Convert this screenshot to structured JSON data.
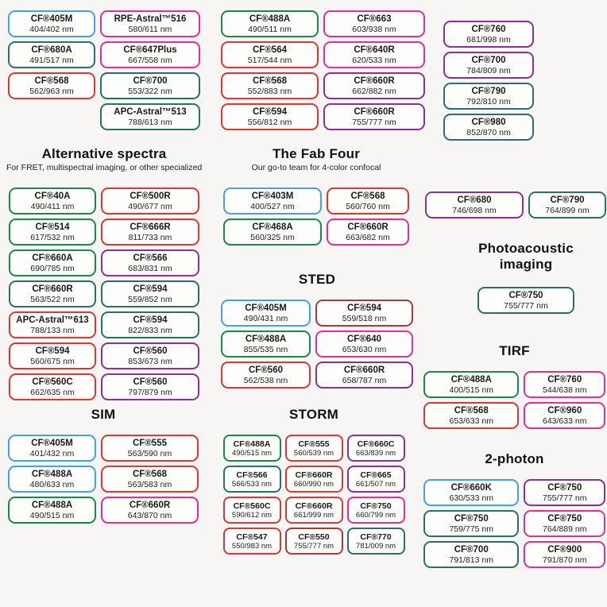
{
  "colors": {
    "blue": "#41a3e3",
    "green": "#188a4b",
    "teal": "#2a6f68",
    "red": "#dc3732",
    "dark_red": "#a63a3f",
    "magenta": "#e62e8e",
    "purple": "#8c3192"
  },
  "sections": {
    "top_left": {
      "columns": [
        [
          {
            "name": "CF®405M",
            "ex_em": "404/402 nm",
            "color": "blue"
          },
          {
            "name": "CF®680A",
            "ex_em": "491/517 nm",
            "color": "teal"
          },
          {
            "name": "CF®568",
            "ex_em": "562/963 nm",
            "color": "red"
          }
        ],
        [
          {
            "name": "RPE-Astral™516",
            "ex_em": "580/611 nm",
            "color": "magenta"
          },
          {
            "name": "CF®647Plus",
            "ex_em": "667/558 nm",
            "color": "magenta"
          },
          {
            "name": "CF®700",
            "ex_em": "553/322 nm",
            "color": "teal"
          },
          {
            "name": "APC-Astral™513",
            "ex_em": "788/613 nm",
            "color": "teal"
          }
        ]
      ]
    },
    "top_mid": {
      "columns": [
        [
          {
            "name": "CF®488A",
            "ex_em": "490/511 nm",
            "color": "green"
          },
          {
            "name": "CF®564",
            "ex_em": "517/544 nm",
            "color": "red"
          },
          {
            "name": "CF®568",
            "ex_em": "552/883 nm",
            "color": "red"
          },
          {
            "name": "CF®594",
            "ex_em": "556/812 nm",
            "color": "red"
          }
        ],
        [
          {
            "name": "CF®663",
            "ex_em": "603/938 nm",
            "color": "magenta"
          },
          {
            "name": "CF®640R",
            "ex_em": "620/533 nm",
            "color": "magenta"
          },
          {
            "name": "CF®660R",
            "ex_em": "662/882 nm",
            "color": "purple"
          },
          {
            "name": "CF®660R",
            "ex_em": "755/777 nm",
            "color": "purple"
          }
        ]
      ]
    },
    "top_right": {
      "columns": [
        [
          {
            "name": "CF®760",
            "ex_em": "681/998 nm",
            "color": "purple"
          },
          {
            "name": "CF®700",
            "ex_em": "784/809 nm",
            "color": "purple"
          },
          {
            "name": "CF®790",
            "ex_em": "792/810 nm",
            "color": "teal"
          },
          {
            "name": "CF®980",
            "ex_em": "852/870 nm",
            "color": "teal"
          }
        ]
      ]
    },
    "alt": {
      "title": "Alternative spectra",
      "subtitle": "For FRET, multispectral imaging, or other specialized",
      "columns": [
        [
          {
            "name": "CF®40A",
            "ex_em": "490/411 nm",
            "color": "green"
          },
          {
            "name": "CF®514",
            "ex_em": "617/532 nm",
            "color": "green"
          },
          {
            "name": "CF®660A",
            "ex_em": "690/785 nm",
            "color": "green"
          },
          {
            "name": "CF®660R",
            "ex_em": "563/522 nm",
            "color": "teal"
          },
          {
            "name": "APC-Astral™613",
            "ex_em": "788/133 nm",
            "color": "red"
          },
          {
            "name": "CF®594",
            "ex_em": "560/675 nm",
            "color": "red"
          },
          {
            "name": "CF®560C",
            "ex_em": "662/635 nm",
            "color": "red"
          }
        ],
        [
          {
            "name": "CF®500R",
            "ex_em": "490/677 nm",
            "color": "red"
          },
          {
            "name": "CF®666R",
            "ex_em": "811/733 nm",
            "color": "red"
          },
          {
            "name": "CF®566",
            "ex_em": "683/831 nm",
            "color": "purple"
          },
          {
            "name": "CF®594",
            "ex_em": "559/852 nm",
            "color": "teal"
          },
          {
            "name": "CF®594",
            "ex_em": "822/833 nm",
            "color": "teal"
          },
          {
            "name": "CF®560",
            "ex_em": "853/673 nm",
            "color": "purple"
          },
          {
            "name": "CF®560",
            "ex_em": "797/879 nm",
            "color": "purple"
          }
        ]
      ]
    },
    "fab": {
      "title": "The Fab Four",
      "subtitle": "Our go-to team for 4-color confocal",
      "columns": [
        [
          {
            "name": "CF®403M",
            "ex_em": "400/527 nm",
            "color": "blue"
          },
          {
            "name": "CF®468A",
            "ex_em": "560/325 nm",
            "color": "green"
          }
        ],
        [
          {
            "name": "CF®568",
            "ex_em": "560/760 nm",
            "color": "red"
          },
          {
            "name": "CF®660R",
            "ex_em": "663/682 nm",
            "color": "magenta"
          }
        ]
      ]
    },
    "right_pair": {
      "columns": [
        [
          {
            "name": "CF®680",
            "ex_em": "746/698 nm",
            "color": "purple"
          }
        ],
        [
          {
            "name": "CF®790",
            "ex_em": "764/899 nm",
            "color": "teal"
          }
        ]
      ]
    },
    "photo": {
      "title": "Photoacoustic imaging",
      "columns": [
        [
          {
            "name": "CF®750",
            "ex_em": "755/777 nm",
            "color": "teal"
          }
        ]
      ]
    },
    "sted": {
      "title": "STED",
      "columns": [
        [
          {
            "name": "CF®405M",
            "ex_em": "490/431 nm",
            "color": "blue"
          },
          {
            "name": "CF®488A",
            "ex_em": "855/535 nm",
            "color": "green"
          },
          {
            "name": "CF®560",
            "ex_em": "562/538 nm",
            "color": "red"
          }
        ],
        [
          {
            "name": "CF®594",
            "ex_em": "559/518 nm",
            "color": "dark_red"
          },
          {
            "name": "CF®640",
            "ex_em": "653/630 nm",
            "color": "magenta"
          },
          {
            "name": "CF®660R",
            "ex_em": "658/787 nm",
            "color": "purple"
          }
        ]
      ]
    },
    "tirf": {
      "title": "TIRF",
      "columns": [
        [
          {
            "name": "CF®488A",
            "ex_em": "400/515 nm",
            "color": "green"
          },
          {
            "name": "CF®568",
            "ex_em": "653/633 nm",
            "color": "red"
          }
        ],
        [
          {
            "name": "CF®760",
            "ex_em": "544/638 nm",
            "color": "magenta"
          },
          {
            "name": "CF®960",
            "ex_em": "643/633 nm",
            "color": "magenta"
          }
        ]
      ]
    },
    "sim": {
      "title": "SIM",
      "columns": [
        [
          {
            "name": "CF®405M",
            "ex_em": "401/432 nm",
            "color": "blue"
          },
          {
            "name": "CF®488A",
            "ex_em": "480/633 nm",
            "color": "blue"
          },
          {
            "name": "CF®488A",
            "ex_em": "490/515 nm",
            "color": "green"
          }
        ],
        [
          {
            "name": "CF®555",
            "ex_em": "563/590 nm",
            "color": "red"
          },
          {
            "name": "CF®568",
            "ex_em": "563/583 nm",
            "color": "red"
          },
          {
            "name": "CF®660R",
            "ex_em": "643/870 nm",
            "color": "magenta"
          }
        ]
      ]
    },
    "storm": {
      "title": "STORM",
      "columns": [
        [
          {
            "name": "CF®488A",
            "ex_em": "490/515 nm",
            "color": "green"
          },
          {
            "name": "CF®566",
            "ex_em": "566/533 nm",
            "color": "teal"
          },
          {
            "name": "CF®560C",
            "ex_em": "590/612 nm",
            "color": "red"
          },
          {
            "name": "CF®547",
            "ex_em": "550/983 nm",
            "color": "red"
          }
        ],
        [
          {
            "name": "CF®555",
            "ex_em": "560/539 nm",
            "color": "red"
          },
          {
            "name": "CF®660R",
            "ex_em": "660/990 nm",
            "color": "red"
          },
          {
            "name": "CF®660R",
            "ex_em": "661/999 nm",
            "color": "red"
          },
          {
            "name": "CF®550",
            "ex_em": "755/777 nm",
            "color": "dark_red"
          }
        ],
        [
          {
            "name": "CF®660C",
            "ex_em": "663/839 nm",
            "color": "purple"
          },
          {
            "name": "CF®665",
            "ex_em": "661/507 nm",
            "color": "purple"
          },
          {
            "name": "CF®750",
            "ex_em": "660/799 nm",
            "color": "magenta"
          },
          {
            "name": "CF®770",
            "ex_em": "781/009 nm",
            "color": "teal"
          }
        ]
      ]
    },
    "two_photon": {
      "title": "2-photon",
      "columns": [
        [
          {
            "name": "CF®660K",
            "ex_em": "630/533 nm",
            "color": "blue"
          },
          {
            "name": "CF®750",
            "ex_em": "759/775 nm",
            "color": "teal"
          },
          {
            "name": "CF®700",
            "ex_em": "791/813 nm",
            "color": "teal"
          }
        ],
        [
          {
            "name": "CF®750",
            "ex_em": "755/777 nm",
            "color": "purple"
          },
          {
            "name": "CF®750",
            "ex_em": "764/889 nm",
            "color": "magenta"
          },
          {
            "name": "CF®900",
            "ex_em": "791/870 nm",
            "color": "magenta"
          }
        ]
      ]
    }
  }
}
